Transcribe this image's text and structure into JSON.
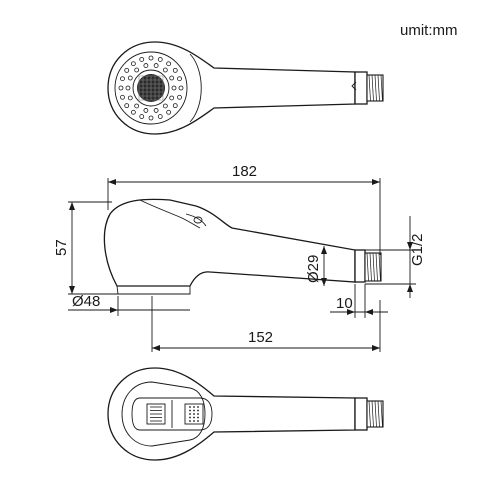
{
  "unit_label": "umit:mm",
  "dimensions": {
    "overall_length": "182",
    "height": "57",
    "head_diameter": "Ø48",
    "handle_diameter": "Ø29",
    "thread_spec": "G1/2",
    "thread_length": "10",
    "body_length": "152"
  },
  "views": [
    "top-view",
    "side-view",
    "bottom-view"
  ],
  "colors": {
    "line": "#1a1a1a",
    "background": "#ffffff"
  }
}
